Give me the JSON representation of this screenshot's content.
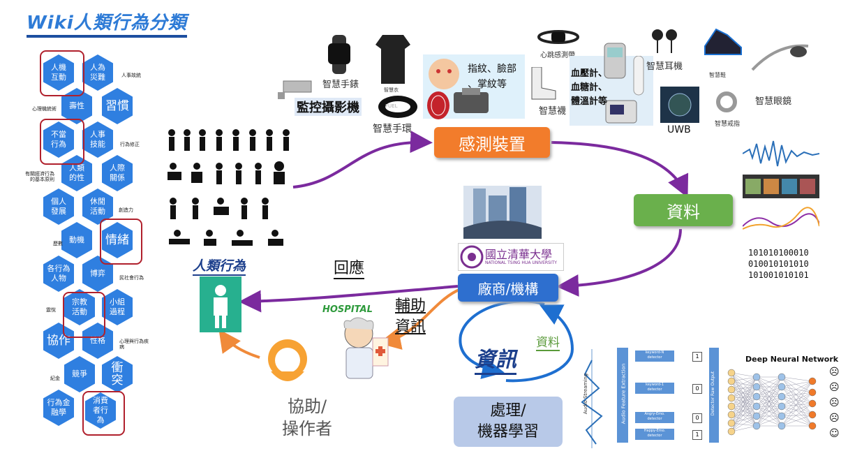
{
  "title": "Wiki人類行為分類",
  "hexes": [
    {
      "label": "人機\n互動"
    },
    {
      "label": "人為\n災難"
    },
    {
      "label": "壽性"
    },
    {
      "label": "習慣"
    },
    {
      "label": "不當\n行為"
    },
    {
      "label": "人事\n技能"
    },
    {
      "label": "人類\n的性"
    },
    {
      "label": "人際\n關係"
    },
    {
      "label": "個人\n發展"
    },
    {
      "label": "休閒\n活動"
    },
    {
      "label": "動機"
    },
    {
      "label": "情緒"
    },
    {
      "label": "各行為\n人物"
    },
    {
      "label": "博弈"
    },
    {
      "label": "宗教\n活動"
    },
    {
      "label": "小組\n過程"
    },
    {
      "label": "協作"
    },
    {
      "label": "性格"
    },
    {
      "label": "競爭"
    },
    {
      "label": "衝\n突"
    },
    {
      "label": "行為金\n融學"
    },
    {
      "label": "消費\n者行\n為"
    }
  ],
  "side_labels": {
    "s1": "人事故統",
    "s2": "心理機統術",
    "s3": "行為修正",
    "s4": "有關經濟行為\n的基本原則",
    "s5": "創造力",
    "s6": "歷數",
    "s7": "民社會行為",
    "s8": "震悅",
    "s9": "心理與行為疾\n病",
    "s10": "紀金"
  },
  "labels": {
    "human_behavior": "人類行為",
    "response": "回應",
    "assist_info": "輔助\n資訊",
    "helper": "協助/\n操作者",
    "sensing": "感測裝置",
    "data_box": "資料",
    "vendor": "廠商/機構",
    "processing": "處理/\n機器學習",
    "info": "資訊",
    "data_small": "資料",
    "smartwatch": "智慧手錶",
    "camera": "監控攝影機",
    "smart_band": "智慧手環",
    "smart_clothes": "智慧衣",
    "fingerprint": "指紋、臉部\n、掌紋等",
    "heart_strap": "心跳感測帶",
    "smart_socks": "智慧襪",
    "bp_meter": "血壓計、\n血糖計、\n體溫計等",
    "earphone": "智慧耳機",
    "smart_shoes": "智慧鞋",
    "smart_glasses": "智慧眼鏡",
    "smart_ring": "智慧戒指",
    "uwb": "UWB",
    "hospital": "HOSPITAL",
    "fuel": "FUEL",
    "university_cn": "國立清華大學",
    "university_en": "NATIONAL TSING HUA UNIVERSITY",
    "dnn": "Deep Neural Network",
    "audio_streaming": "Audio Streaming",
    "feature_extraction": "Audio Feature Extraction",
    "detector_output": "Detector Raw Output"
  },
  "binary": [
    "101010100010",
    "010010101010",
    "101001010101"
  ],
  "detectors": [
    {
      "name": "keyword-N\ndetector",
      "value": "1"
    },
    {
      "name": "keyword-1\ndetector",
      "value": "0"
    },
    {
      "name": "Angry-Emo.\ndetector",
      "value": "0"
    },
    {
      "name": "Happy-Emo.\ndetector",
      "value": "1"
    }
  ],
  "emojis": [
    "☹",
    "☹",
    "☹",
    "☹",
    "☺"
  ],
  "colors": {
    "hex": "#2f7fe0",
    "red": "#b0202c",
    "purple": "#7b2a9e",
    "orange": "#f08a3a",
    "green": "#6ab04c",
    "blue_box": "#2e6fcf",
    "dark_blue": "#1c3f8c"
  }
}
